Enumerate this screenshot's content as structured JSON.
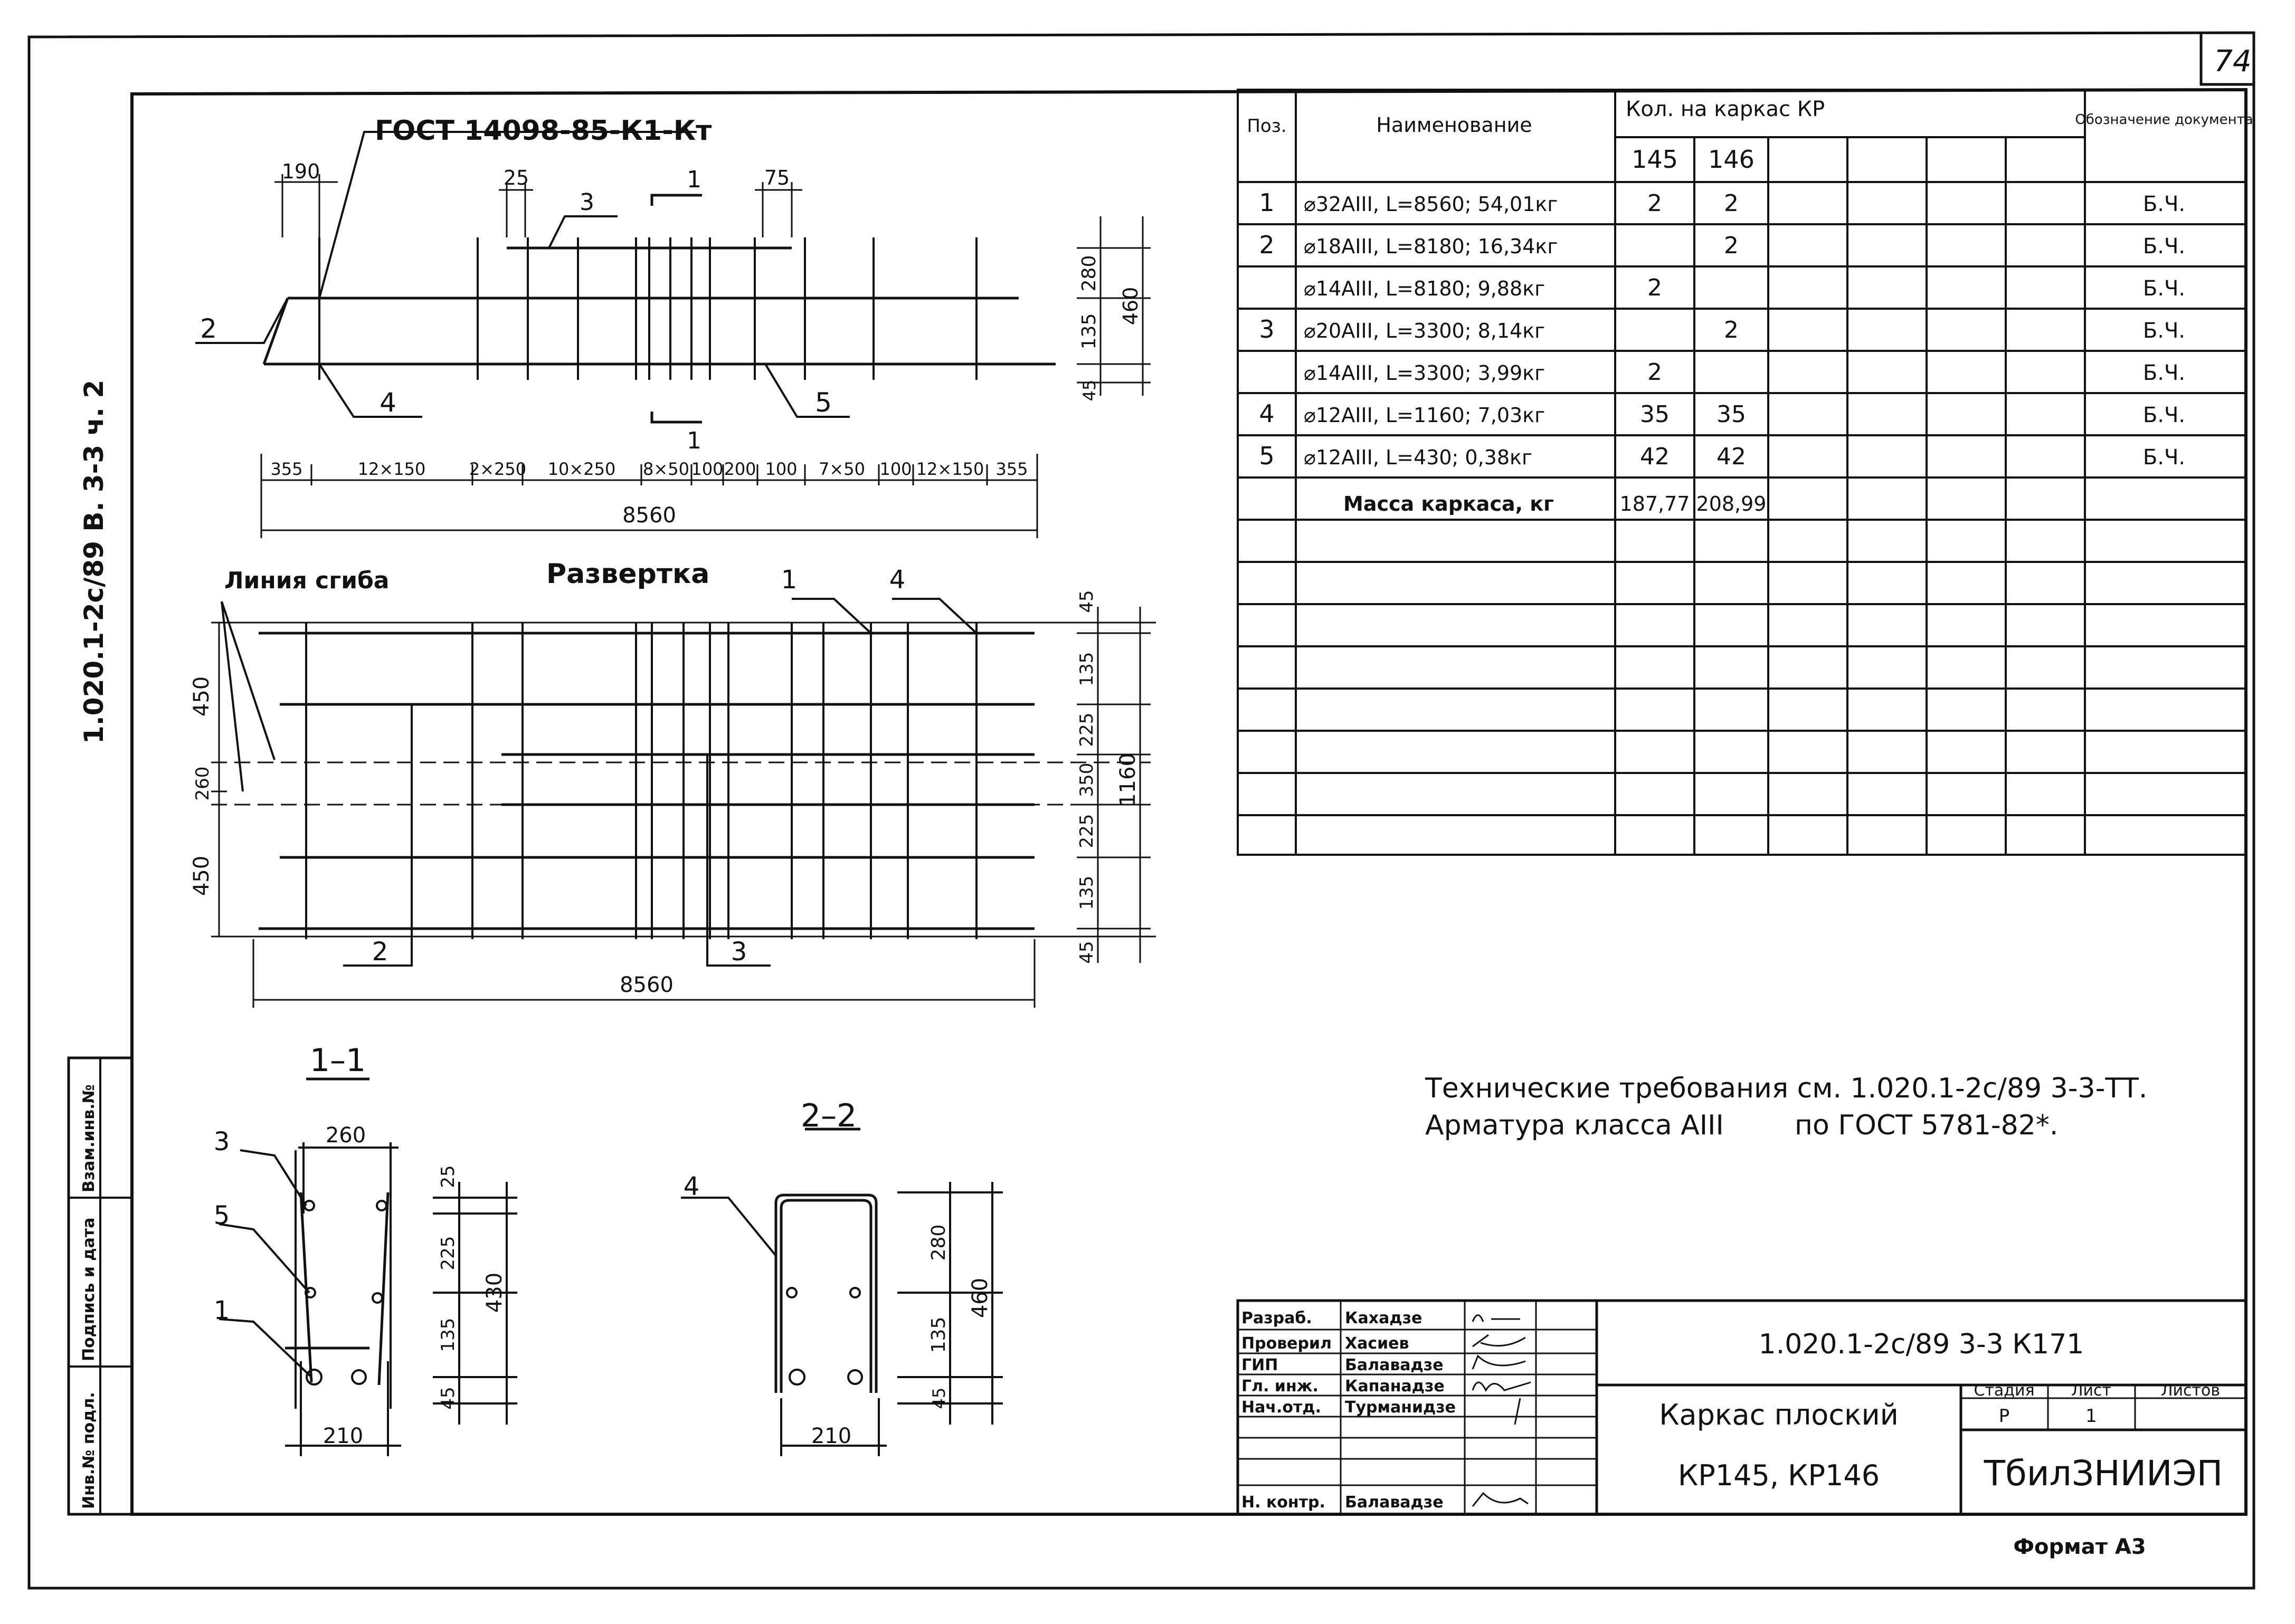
{
  "sheet_number": "74",
  "side_stamp": "1.020.1-2с/89 В. 3-3 ч. 2",
  "side_fields": [
    "Инв.№ подл.",
    "Подпись и дата",
    "Взам.инв.№"
  ],
  "elevation": {
    "gost_label": "ГОСТ 14098-85-К1-Кт",
    "dims_top": [
      "190",
      "25",
      "75"
    ],
    "section_marks": [
      "1",
      "1"
    ],
    "pos_labels": [
      "2",
      "3",
      "4",
      "5"
    ],
    "dims_right": [
      "280",
      "135",
      "45",
      "460"
    ],
    "dims_bottom": [
      "355",
      "12×150",
      "2×250",
      "10×250",
      "8×50",
      "100",
      "200",
      "100",
      "7×50",
      "100",
      "12×150",
      "355"
    ],
    "total_length": "8560"
  },
  "development": {
    "bend_line_label": "Линия сгиба",
    "title": "Развертка",
    "pos_labels": [
      "1",
      "4",
      "2",
      "3"
    ],
    "dims_left": [
      "450",
      "260",
      "450"
    ],
    "dims_right": [
      "45",
      "135",
      "225",
      "350",
      "225",
      "135",
      "45",
      "1160"
    ],
    "total_length": "8560"
  },
  "section_1_1": {
    "title": "1–1",
    "pos_labels": [
      "3",
      "5",
      "1"
    ],
    "dim_top": "260",
    "dim_bottom": "210",
    "dims_right": [
      "25",
      "225",
      "135",
      "45",
      "430"
    ]
  },
  "section_2_2": {
    "title": "2–2",
    "pos_label": "4",
    "dim_bottom": "210",
    "dims_right": [
      "280",
      "135",
      "45",
      "460"
    ]
  },
  "spec_table": {
    "headers": {
      "pos": "Поз.",
      "name": "Наименование",
      "qty": "Кол. на каркас КР",
      "qty_cols": [
        "145",
        "146"
      ],
      "doc": "Обозначение документа"
    },
    "rows": [
      {
        "pos": "1",
        "name": "⌀32АIII, L=8560; 54,01кг",
        "q145": "2",
        "q146": "2",
        "doc": "Б.Ч."
      },
      {
        "pos": "2",
        "name": "⌀18АIII, L=8180; 16,34кг",
        "q145": "",
        "q146": "2",
        "doc": "Б.Ч."
      },
      {
        "pos": "",
        "name": "⌀14АIII, L=8180; 9,88кг",
        "q145": "2",
        "q146": "",
        "doc": "Б.Ч."
      },
      {
        "pos": "3",
        "name": "⌀20АIII, L=3300; 8,14кг",
        "q145": "",
        "q146": "2",
        "doc": "Б.Ч."
      },
      {
        "pos": "",
        "name": "⌀14АIII, L=3300; 3,99кг",
        "q145": "2",
        "q146": "",
        "doc": "Б.Ч."
      },
      {
        "pos": "4",
        "name": "⌀12АIII, L=1160; 7,03кг",
        "q145": "35",
        "q146": "35",
        "doc": "Б.Ч."
      },
      {
        "pos": "5",
        "name": "⌀12АIII, L=430; 0,38кг",
        "q145": "42",
        "q146": "42",
        "doc": "Б.Ч."
      }
    ],
    "mass_label": "Масса каркаса, кг",
    "mass_145": "187,77",
    "mass_146": "208,99"
  },
  "notes": {
    "line1": "Технические требования см. 1.020.1-2с/89 3-3-ТТ.",
    "line2_a": "Арматура класса АIII",
    "line2_b": "по ГОСТ 5781-82*."
  },
  "title_block": {
    "roles": [
      "Разраб.",
      "Проверил",
      "ГИП",
      "Гл. инж.",
      "Нач.отд.",
      "",
      "Н. контр."
    ],
    "names": [
      "Кахадзе",
      "Хасиев",
      "Балавадзе",
      "Капанадзе",
      "Турманидзе",
      "",
      "Балавадзе"
    ],
    "code": "1.020.1-2с/89 3-3 К171",
    "title_line1": "Каркас плоский",
    "title_line2": "КР145, КР146",
    "stage_label": "Стадия",
    "sheet_label": "Лист",
    "sheets_label": "Листов",
    "stage": "Р",
    "sheet": "1",
    "org": "ТбилЗНИИЭП"
  },
  "format_label": "Формат А3"
}
